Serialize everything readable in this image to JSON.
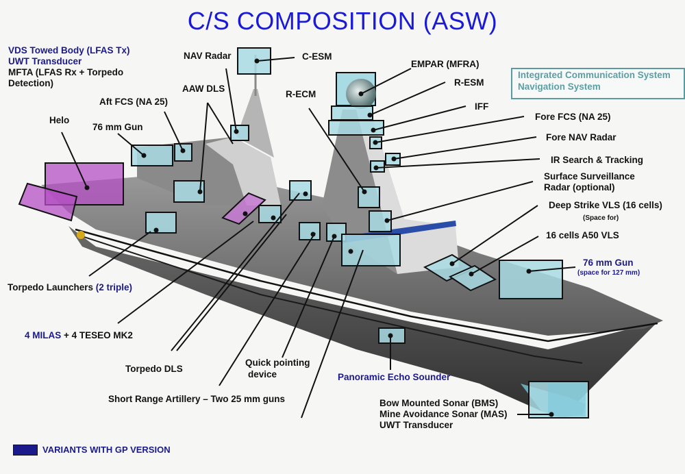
{
  "title": "C/S COMPOSITION (ASW)",
  "info_box": {
    "lines": [
      "Integrated Communication System",
      "Navigation System"
    ]
  },
  "legend": {
    "swatch_color": "#1a1a8c",
    "label": "VARIANTS WITH GP VERSION"
  },
  "colors": {
    "title": "#1a1ad6",
    "variant_text": "#1c1a86",
    "callout_box": "#a8dbe3",
    "helo_box": "#b44fc4",
    "info_box_border": "#5b9aa0"
  },
  "labels": {
    "vds": {
      "line1": "VDS Towed Body (LFAS Tx)",
      "line2": "UWT Transducer",
      "line3": "MFTA (LFAS Rx + Torpedo",
      "line4": "Detection)"
    },
    "nav_radar": "NAV Radar",
    "c_esm": "C-ESM",
    "aaw_dls": "AAW DLS",
    "aft_fcs": "Aft FCS (NA 25)",
    "helo": "Helo",
    "gun_76_aft": "76 mm Gun",
    "r_ecm": "R-ECM",
    "empar": "EMPAR (MFRA)",
    "r_esm": "R-ESM",
    "iff": "IFF",
    "fore_fcs": "Fore FCS (NA 25)",
    "fore_nav_radar": "Fore NAV Radar",
    "irst": "IR Search & Tracking",
    "ssr": {
      "line1": "Surface Surveillance",
      "line2": "Radar (optional)"
    },
    "deep_strike": {
      "line1": "Deep Strike VLS (16 cells)",
      "line2": "(Space for)"
    },
    "a50": "16 cells A50 VLS",
    "gun_76_fore": {
      "line1": "76 mm Gun",
      "line2": "(space for 127 mm)"
    },
    "torpedo_launchers": {
      "main": "Torpedo Launchers ",
      "variant": "(2 triple)"
    },
    "milas": {
      "variant": "4 MILAS",
      "main": " + 4 TESEO MK2"
    },
    "torpedo_dls": "Torpedo DLS",
    "quick_pointing": {
      "line1": "Quick pointing",
      "line2": "device"
    },
    "short_range": "Short Range Artillery  – Two 25 mm guns",
    "echo_sounder": "Panoramic Echo Sounder",
    "bms": {
      "line1": "Bow Mounted Sonar (BMS)",
      "line2": "Mine Avoidance Sonar (MAS)",
      "line3": "UWT Transducer"
    }
  }
}
